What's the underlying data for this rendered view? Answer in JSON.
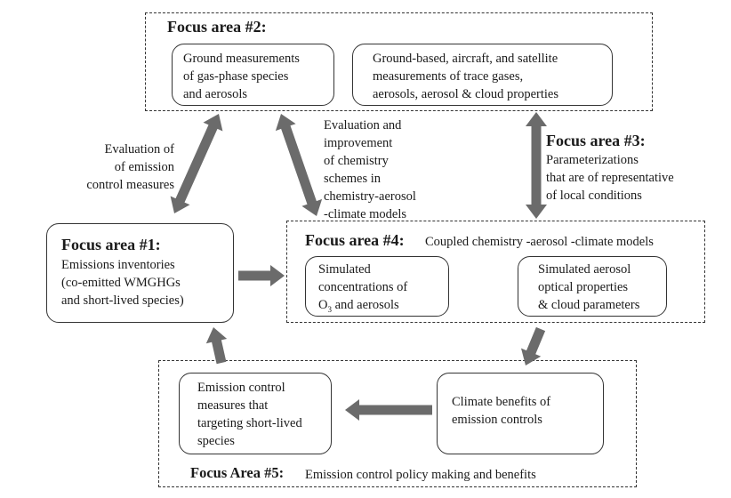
{
  "focus2": {
    "title": "Focus area #2:",
    "box_left": [
      "Ground measurements",
      "of  gas-phase species",
      "and aerosols"
    ],
    "box_right": [
      "Ground-based, aircraft, and satellite",
      "measurements of trace gases,",
      "aerosols, aerosol & cloud properties"
    ]
  },
  "focus3": {
    "title": "Focus area #3:",
    "lines": [
      "Parameterizations",
      "that are of representative",
      "of local conditions"
    ]
  },
  "focus1": {
    "title": "Focus area #1:",
    "lines": [
      "Emissions inventories",
      "(co-emitted WMGHGs",
      "and short-lived species)"
    ]
  },
  "focus4": {
    "title": "Focus area #4:",
    "subtitle": "Coupled chemistry   -aerosol  -climate models",
    "box_left": [
      "Simulated",
      "concentrations of",
      "O3 and aerosols"
    ],
    "box_right": [
      "Simulated aerosol",
      "optical properties",
      "& cloud parameters"
    ]
  },
  "focus5": {
    "title": "Focus Area #5:",
    "subtitle": "Emission control policy making and benefits",
    "box_left": [
      "Emission control",
      "measures that",
      "targeting short-lived",
      "species"
    ],
    "box_right": [
      "Climate benefits of",
      "emission controls"
    ]
  },
  "labels": {
    "evaluation_emission": [
      "Evaluation of",
      "of emission",
      "control measures"
    ],
    "evaluation_chemistry": [
      "Evaluation and",
      "improvement",
      "of chemistry",
      "schemes in",
      "chemistry-aerosol",
      "-climate models"
    ]
  },
  "colors": {
    "arrow": "#6b6b6b",
    "border": "#333333"
  }
}
